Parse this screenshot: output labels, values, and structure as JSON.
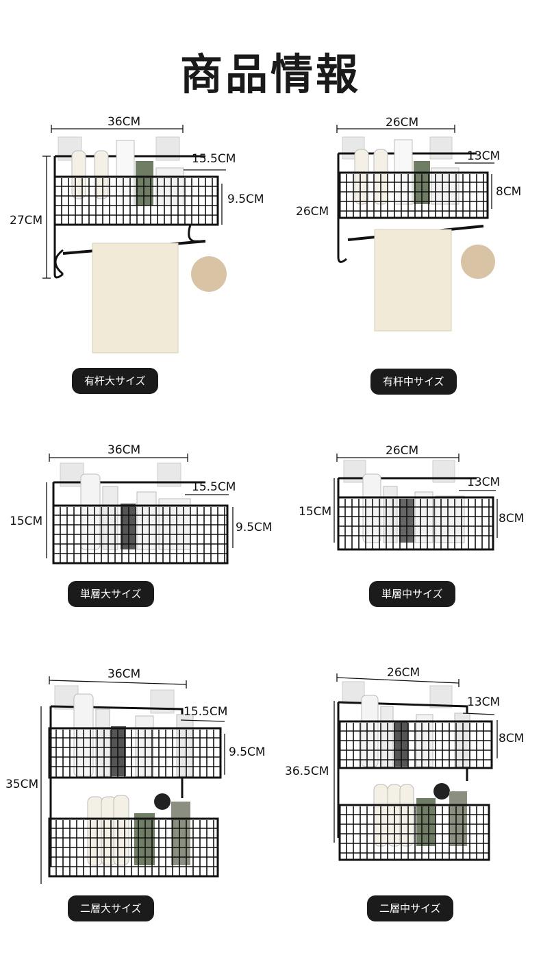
{
  "title": "商品情報",
  "products": [
    {
      "label": "有杆大サイズ",
      "width": "36CM",
      "height": "27CM",
      "depth": "15.5CM",
      "basket_h": "9.5CM"
    },
    {
      "label": "有杆中サイズ",
      "width": "26CM",
      "height": "26CM",
      "depth": "13CM",
      "basket_h": "8CM"
    },
    {
      "label": "単層大サイズ",
      "width": "36CM",
      "height": "15CM",
      "depth": "15.5CM",
      "basket_h": "9.5CM"
    },
    {
      "label": "単層中サイズ",
      "width": "26CM",
      "height": "15CM",
      "depth": "13CM",
      "basket_h": "8CM"
    },
    {
      "label": "二層大サイズ",
      "width": "36CM",
      "height": "35CM",
      "depth": "15.5CM",
      "basket_h": "9.5CM"
    },
    {
      "label": "二層中サイズ",
      "width": "26CM",
      "height": "36.5CM",
      "depth": "13CM",
      "basket_h": "8CM"
    }
  ],
  "colors": {
    "wire": "#111111",
    "towel": "#f1ead7",
    "sponge": "#d8c3a5",
    "badge": "#1b1b1b"
  }
}
